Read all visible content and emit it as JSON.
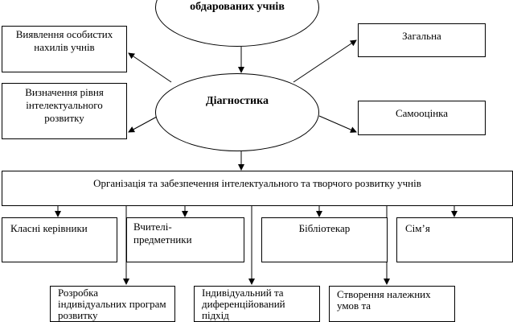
{
  "top_node": {
    "text": "обдарованих учнів"
  },
  "diagnostics": {
    "text": "Діагностика"
  },
  "left_boxes": [
    {
      "text": "Виявлення особистих нахилів учнів"
    },
    {
      "text": "Визначення рівня інтелектуального розвитку"
    }
  ],
  "right_boxes": [
    {
      "text": "Загальна"
    },
    {
      "text": "Самооцінка"
    }
  ],
  "organization": {
    "text": "Організація та забезпечення інтелектуального та творчого розвитку учнів"
  },
  "participants": [
    {
      "text": "Класні керівники"
    },
    {
      "text": "Вчителі-предметники"
    },
    {
      "text": "Бібліотекар"
    },
    {
      "text": "Сім’я"
    }
  ],
  "actions": [
    {
      "text": "Розробка індивідуальних програм розвитку"
    },
    {
      "text": "Індивідуальний та диференційований підхід"
    },
    {
      "text": "Створення належних умов та"
    }
  ]
}
